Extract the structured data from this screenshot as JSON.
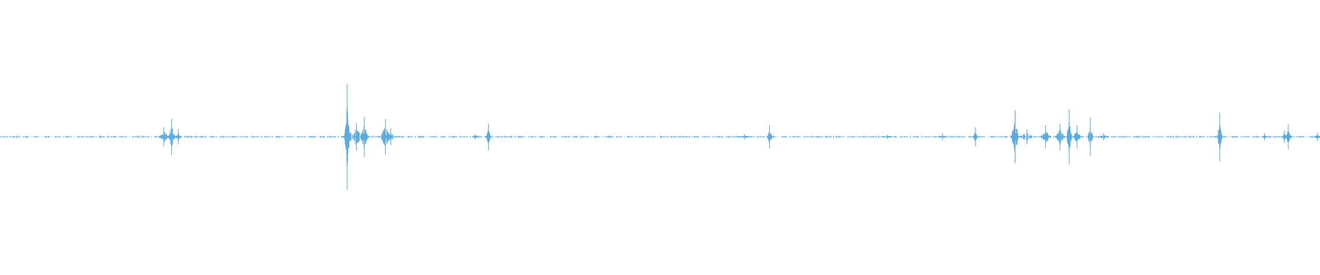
{
  "waveform": {
    "color": "#5aabe0",
    "peaks": [
      {
        "t": 0.124,
        "amp": 0.18,
        "spread": 0.004,
        "density": 0.35
      },
      {
        "t": 0.13,
        "amp": 0.34,
        "spread": 0.003,
        "density": 0.6
      },
      {
        "t": 0.135,
        "amp": 0.14,
        "spread": 0.002,
        "density": 0.3
      },
      {
        "t": 0.263,
        "amp": 1.0,
        "spread": 0.002,
        "density": 1.0
      },
      {
        "t": 0.27,
        "amp": 0.26,
        "spread": 0.01,
        "density": 0.9
      },
      {
        "t": 0.276,
        "amp": 0.38,
        "spread": 0.003,
        "density": 0.7
      },
      {
        "t": 0.292,
        "amp": 0.34,
        "spread": 0.004,
        "density": 0.7
      },
      {
        "t": 0.296,
        "amp": 0.16,
        "spread": 0.004,
        "density": 0.4
      },
      {
        "t": 0.36,
        "amp": 0.05,
        "spread": 0.002,
        "density": 0.2
      },
      {
        "t": 0.37,
        "amp": 0.25,
        "spread": 0.002,
        "density": 0.5
      },
      {
        "t": 0.564,
        "amp": 0.05,
        "spread": 0.004,
        "density": 0.3
      },
      {
        "t": 0.583,
        "amp": 0.22,
        "spread": 0.002,
        "density": 0.5
      },
      {
        "t": 0.672,
        "amp": 0.04,
        "spread": 0.003,
        "density": 0.2
      },
      {
        "t": 0.714,
        "amp": 0.07,
        "spread": 0.002,
        "density": 0.2
      },
      {
        "t": 0.739,
        "amp": 0.18,
        "spread": 0.002,
        "density": 0.4
      },
      {
        "t": 0.769,
        "amp": 0.5,
        "spread": 0.003,
        "density": 0.7
      },
      {
        "t": 0.778,
        "amp": 0.14,
        "spread": 0.006,
        "density": 0.5
      },
      {
        "t": 0.792,
        "amp": 0.22,
        "spread": 0.004,
        "density": 0.6
      },
      {
        "t": 0.803,
        "amp": 0.25,
        "spread": 0.004,
        "density": 0.6
      },
      {
        "t": 0.81,
        "amp": 0.52,
        "spread": 0.002,
        "density": 0.7
      },
      {
        "t": 0.816,
        "amp": 0.22,
        "spread": 0.003,
        "density": 0.5
      },
      {
        "t": 0.826,
        "amp": 0.36,
        "spread": 0.002,
        "density": 0.5
      },
      {
        "t": 0.836,
        "amp": 0.07,
        "spread": 0.004,
        "density": 0.3
      },
      {
        "t": 0.924,
        "amp": 0.46,
        "spread": 0.002,
        "density": 0.5
      },
      {
        "t": 0.958,
        "amp": 0.07,
        "spread": 0.002,
        "density": 0.2
      },
      {
        "t": 0.973,
        "amp": 0.12,
        "spread": 0.002,
        "density": 0.3
      },
      {
        "t": 0.976,
        "amp": 0.24,
        "spread": 0.002,
        "density": 0.4
      },
      {
        "t": 0.998,
        "amp": 0.08,
        "spread": 0.002,
        "density": 0.3
      }
    ]
  }
}
